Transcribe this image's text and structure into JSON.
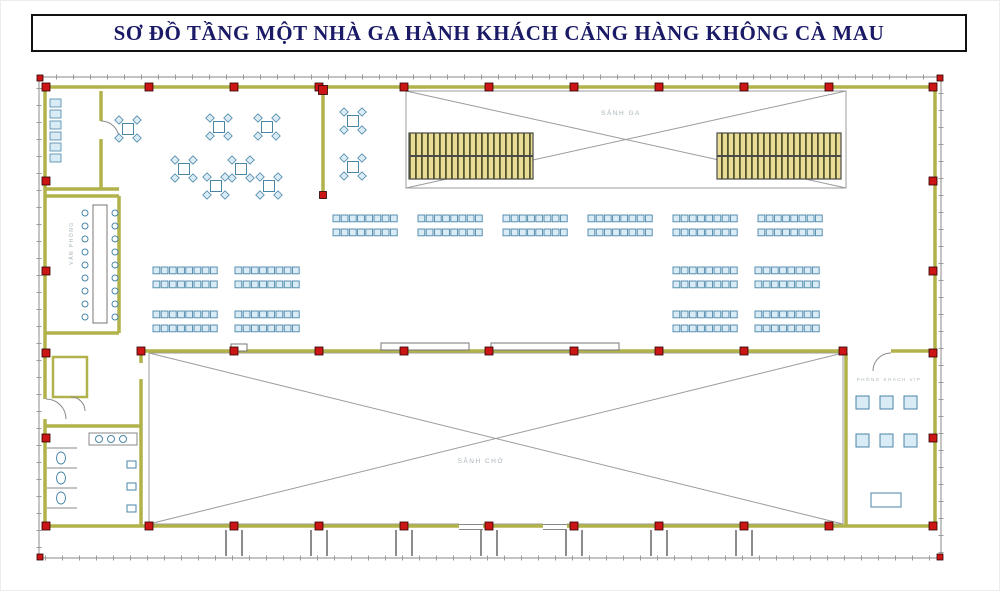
{
  "title": "SƠ ĐỒ TẦNG MỘT NHÀ GA HÀNH KHÁCH CẢNG HÀNG KHÔNG CÀ MAU",
  "colors": {
    "title_text": "#1a1a66",
    "wall": "#b2b24a",
    "column": "#cc1616",
    "furniture": "#4a86a8",
    "furniture_fill": "#d9ebf5",
    "brace": "#9b9b9b"
  },
  "labels": {
    "upper_hall": "SẢNH GA",
    "lower_hall": "SẢNH CHỜ",
    "vip_room": "PHÒNG KHÁCH VIP",
    "office": "VĂN PHÒNG"
  }
}
